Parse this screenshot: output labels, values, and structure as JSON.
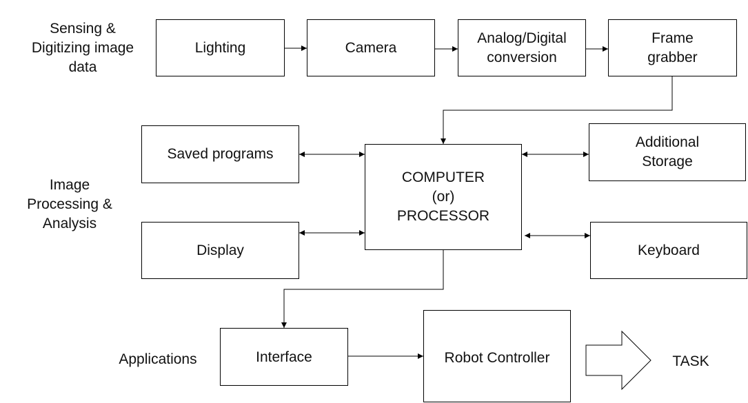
{
  "stage_labels": {
    "sensing": "Sensing &\nDigitizing image\ndata",
    "processing": "Image\nProcessing &\nAnalysis",
    "applications": "Applications"
  },
  "blocks": {
    "lighting": "Lighting",
    "camera": "Camera",
    "ad_conversion": "Analog/Digital\nconversion",
    "frame_grabber": "Frame\ngrabber",
    "saved_programs": "Saved programs",
    "computer": "COMPUTER\n(or)\nPROCESSOR",
    "additional_storage": "Additional\nStorage",
    "display": "Display",
    "keyboard": "Keyboard",
    "interface": "Interface",
    "robot_controller": "Robot  Controller"
  },
  "task_label": "TASK",
  "colors": {
    "line": "#000000",
    "box_fill": "#ffffff"
  }
}
